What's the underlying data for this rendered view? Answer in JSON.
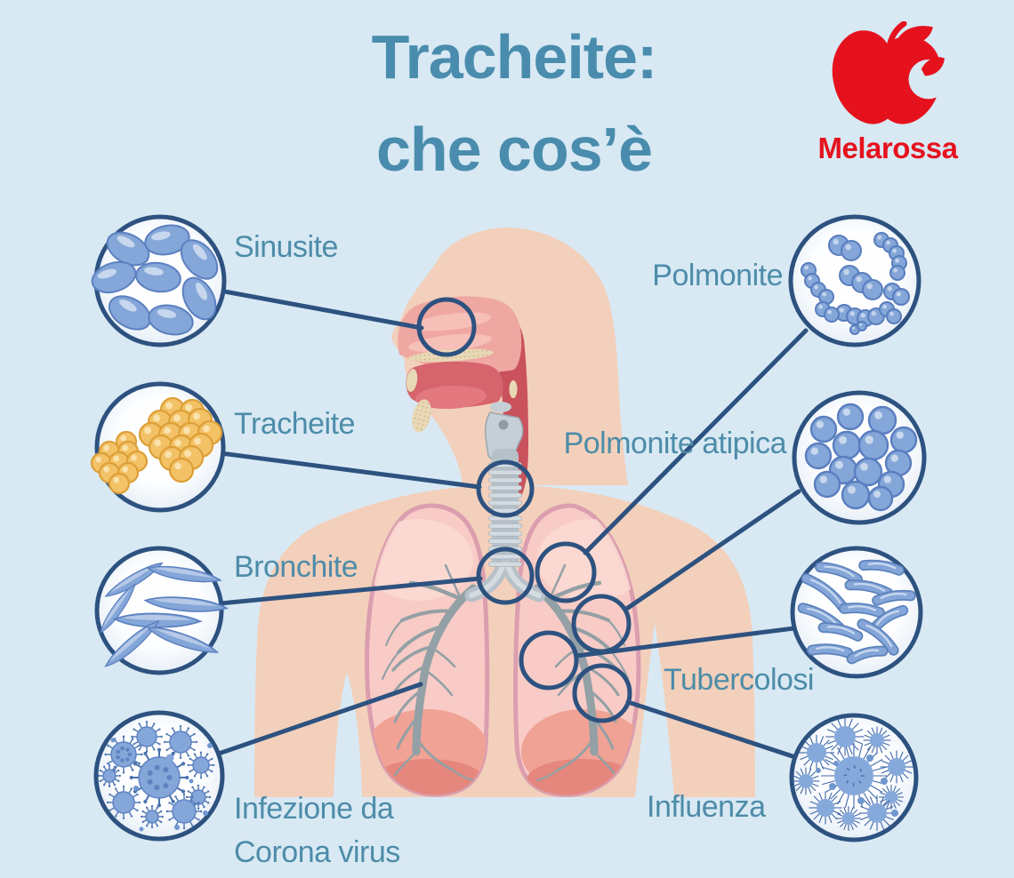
{
  "title": {
    "line1": "Tracheite:",
    "line2": "che cos’è"
  },
  "brand": {
    "name": "Melarossa",
    "logo_icon": "apple-icon"
  },
  "callouts": [
    {
      "id": "sinusite",
      "label": "Sinusite",
      "organism_icon": "oval-bacteria-icon"
    },
    {
      "id": "tracheite",
      "label": "Tracheite",
      "organism_icon": "staphylococcus-cluster-icon"
    },
    {
      "id": "bronchite",
      "label": "Bronchite",
      "organism_icon": "fusiform-bacteria-icon"
    },
    {
      "id": "corona",
      "label_lines": [
        "Infezione da",
        "Corona virus"
      ],
      "organism_icon": "coronavirus-icon"
    },
    {
      "id": "polmonite",
      "label": "Polmonite",
      "organism_icon": "streptococcus-chain-icon"
    },
    {
      "id": "polmonite_atipica",
      "label": "Polmonite atipica",
      "organism_icon": "cocci-bacteria-icon"
    },
    {
      "id": "tubercolosi",
      "label": "Tubercolosi",
      "organism_icon": "rod-bacteria-icon"
    },
    {
      "id": "influenza",
      "label": "Influenza",
      "organism_icon": "influenza-virus-icon"
    }
  ],
  "colors": {
    "bg": "#d8e9f4",
    "navy": "#2d5280",
    "teal": "#4d8ca8",
    "title_teal": "#4a8cad",
    "brand_red": "#e5121e",
    "skin": "#f3d0bb",
    "lung_pink": "#f8cbc6",
    "organism_blue": "#84a6d8",
    "organism_yellow": "#f3c266"
  }
}
